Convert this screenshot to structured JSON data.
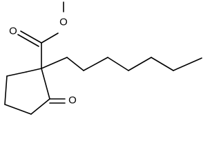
{
  "structure": {
    "atoms": {
      "ester_oxygen": "O",
      "carbonyl_oxygen_ester": "O",
      "ketone_oxygen": "O"
    }
  }
}
